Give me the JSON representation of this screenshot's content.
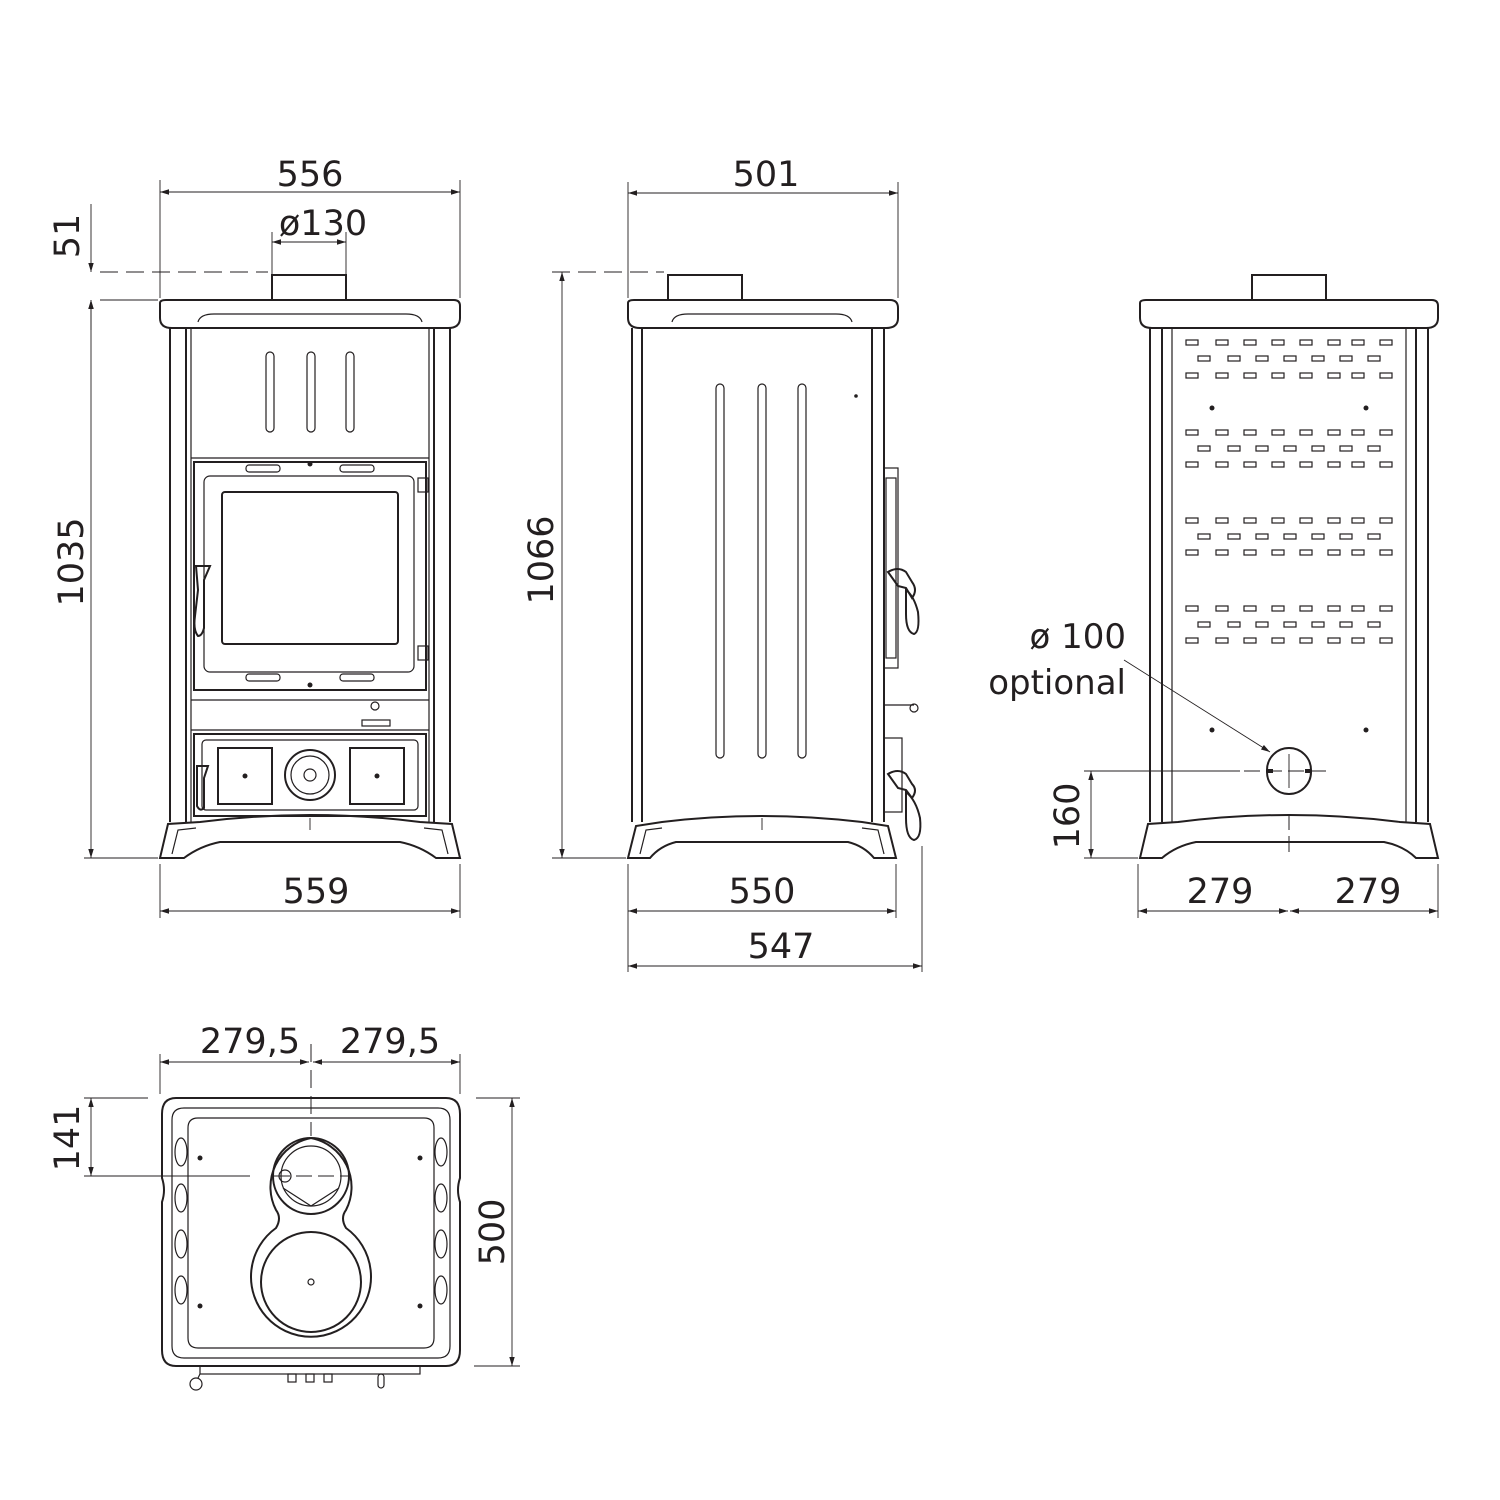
{
  "drawing": {
    "front_view": {
      "width_top": "556",
      "flue_diameter": "ø130",
      "flue_height": "51",
      "height": "1035",
      "width_base": "559"
    },
    "side_view": {
      "depth_top": "501",
      "height": "1066",
      "depth_base": "550",
      "depth_total": "547"
    },
    "rear_view": {
      "optional_outlet": "ø 100",
      "optional_label": "optional",
      "outlet_height": "160",
      "half_width_left": "279",
      "half_width_right": "279"
    },
    "top_view": {
      "half_width_left": "279,5",
      "half_width_right": "279,5",
      "flue_offset": "141",
      "depth": "500"
    },
    "colors": {
      "line": "#231f20",
      "background": "#ffffff"
    }
  }
}
